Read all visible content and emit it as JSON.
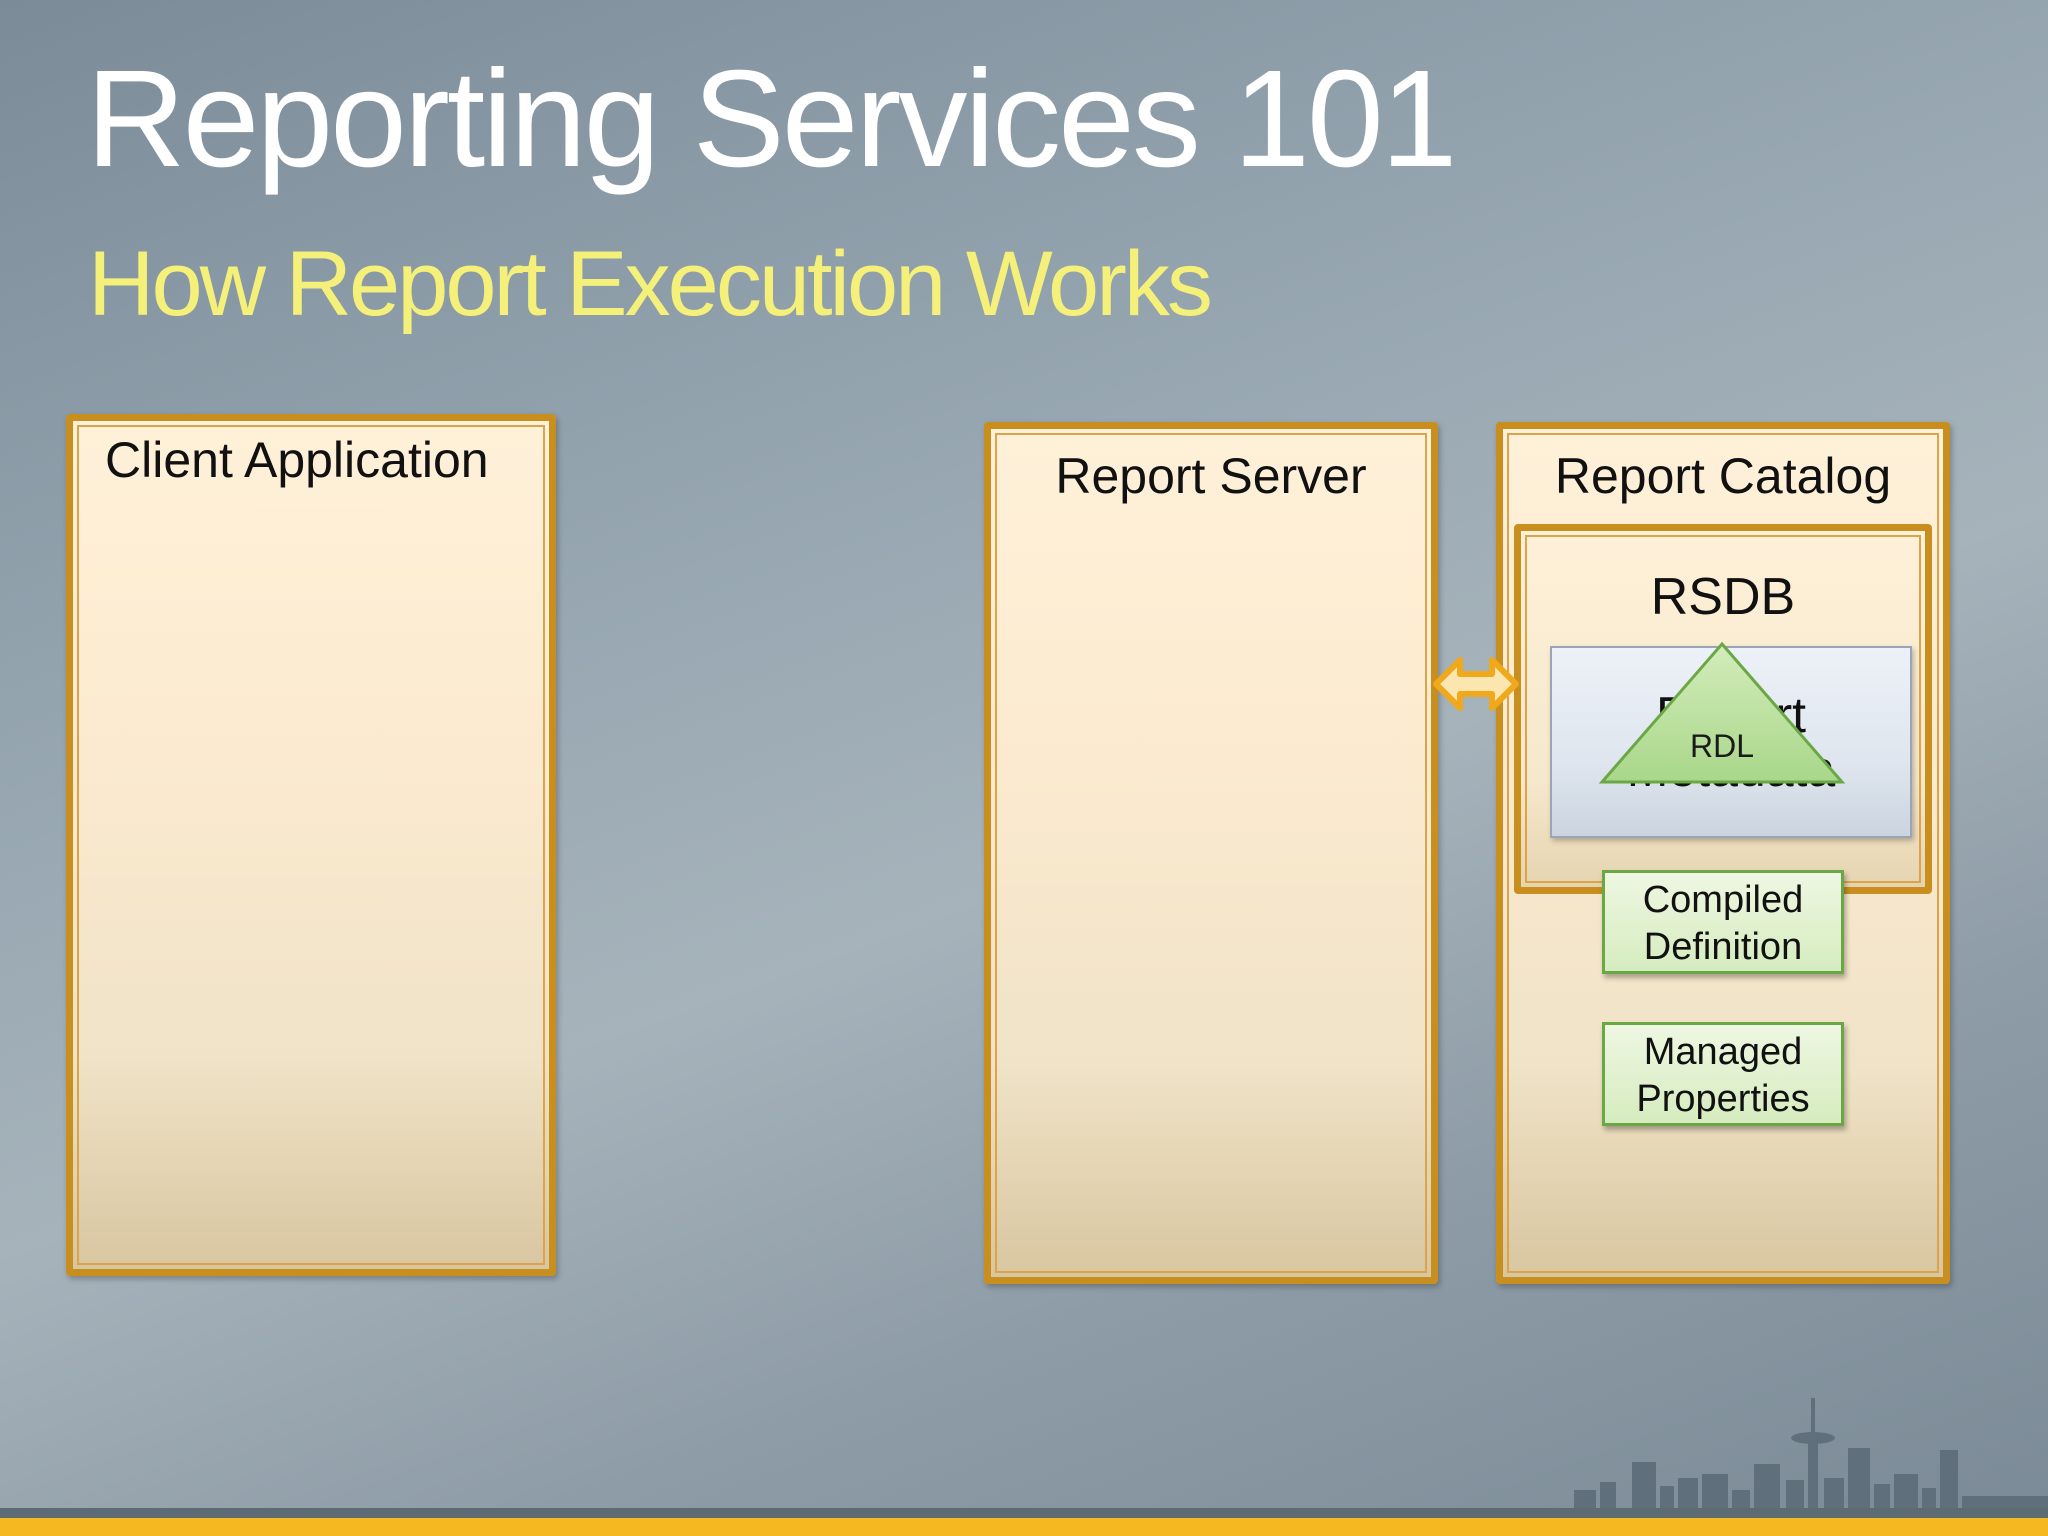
{
  "slide": {
    "title": "Reporting Services 101",
    "subtitle": "How Report Execution Works"
  },
  "diagram": {
    "client_application": "Client Application",
    "report_server": "Report Server",
    "report_catalog": "Report Catalog",
    "rsdb": "RSDB",
    "report_metadata": "Report Metadata",
    "rdl": "RDL",
    "compiled_definition": "Compiled Definition",
    "managed_properties": "Managed Properties"
  },
  "colors": {
    "panel_border": "#c88f1f",
    "title": "#ffffff",
    "subtitle": "#f4f07a",
    "arrow": "#f0a81c",
    "green_shape": "#6aa845",
    "footer_bar": "#f5b820"
  }
}
